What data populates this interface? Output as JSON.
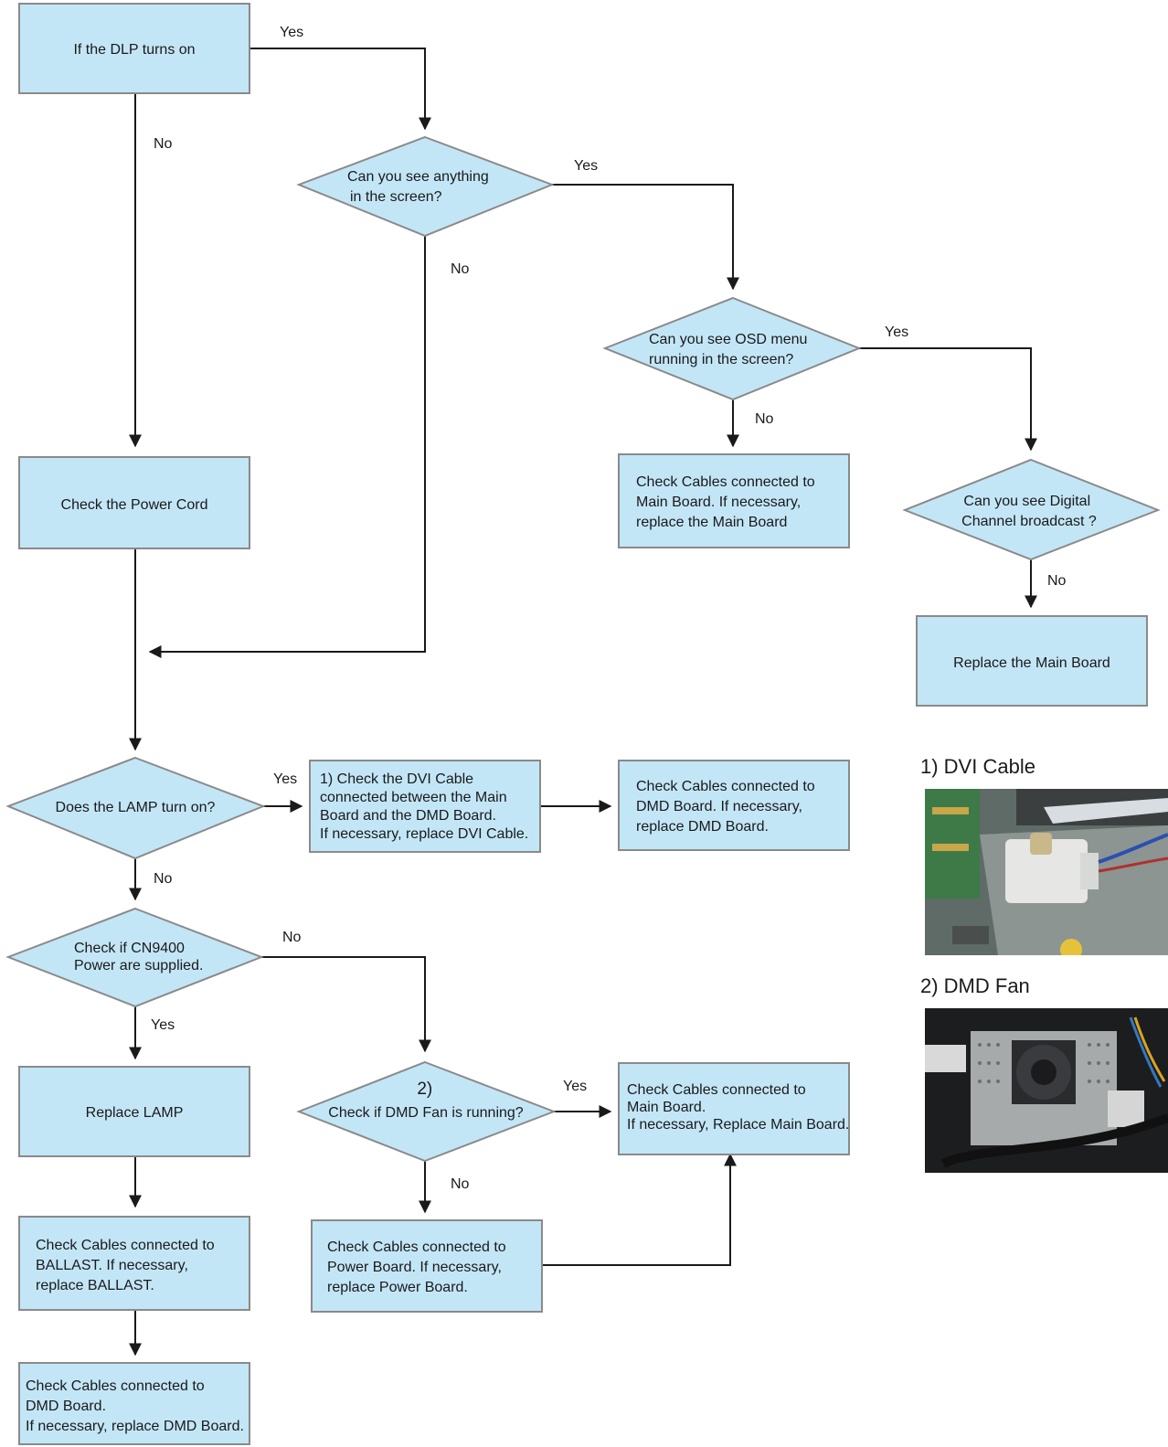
{
  "colors": {
    "node_fill": "#c3e6f7",
    "node_stroke": "#8a8a8a",
    "line": "#1a1a1a"
  },
  "nodes": {
    "dlp_on": [
      "If the DLP turns on"
    ],
    "see_anything": [
      "Can you see anything",
      "in the screen?"
    ],
    "see_osd": [
      "Can you see OSD menu",
      "running in the screen?"
    ],
    "check_main_cables": [
      "Check Cables connected to",
      "Main Board. If necessary,",
      "replace the Main Board"
    ],
    "see_digital": [
      "Can you see Digital",
      "Channel broadcast ?"
    ],
    "replace_main": [
      "Replace the Main Board"
    ],
    "power_cord": [
      "Check the Power Cord"
    ],
    "lamp_on": [
      "Does the LAMP turn on?"
    ],
    "check_dvi": [
      "1) Check the DVI Cable",
      "connected between the Main",
      "Board and the DMD Board.",
      "If necessary, replace DVI Cable."
    ],
    "check_dmd_cables_right": [
      "Check Cables connected to",
      "DMD Board. If necessary,",
      "replace DMD Board."
    ],
    "check_cn9400": [
      "Check if CN9400",
      "Power are supplied."
    ],
    "replace_lamp": [
      "Replace LAMP"
    ],
    "dmd_fan_running": [
      "2)",
      "Check if DMD Fan is running?"
    ],
    "check_main_cables_2": [
      "Check Cables connected to",
      "Main Board.",
      "If necessary, Replace Main Board."
    ],
    "check_ballast": [
      "Check Cables connected to",
      "BALLAST. If necessary,",
      "replace BALLAST."
    ],
    "check_power_board": [
      "Check Cables connected to",
      "Power Board. If necessary,",
      "replace Power Board."
    ],
    "check_dmd_bottom": [
      "Check Cables connected to",
      "DMD Board.",
      "If necessary, replace DMD Board."
    ]
  },
  "edge_labels": {
    "dlp_yes": "Yes",
    "dlp_no": "No",
    "anything_yes": "Yes",
    "anything_no": "No",
    "osd_yes": "Yes",
    "osd_no": "No",
    "digital_no": "No",
    "lamp_yes": "Yes",
    "lamp_no": "No",
    "cn9400_no": "No",
    "cn9400_yes": "Yes",
    "fan_yes": "Yes",
    "fan_no": "No"
  },
  "photos": {
    "dvi_title": "1) DVI Cable",
    "fan_title": "2) DMD Fan"
  }
}
